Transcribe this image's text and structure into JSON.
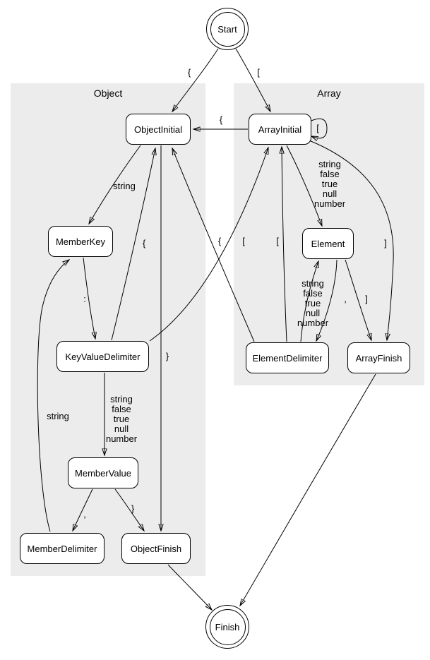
{
  "clusters": {
    "object": {
      "label": "Object"
    },
    "array": {
      "label": "Array"
    }
  },
  "nodes": {
    "start": {
      "label": "Start"
    },
    "objectInitial": {
      "label": "ObjectInitial"
    },
    "arrayInitial": {
      "label": "ArrayInitial"
    },
    "memberKey": {
      "label": "MemberKey"
    },
    "element": {
      "label": "Element"
    },
    "keyValueDelimiter": {
      "label": "KeyValueDelimiter"
    },
    "elementDelimiter": {
      "label": "ElementDelimiter"
    },
    "arrayFinish": {
      "label": "ArrayFinish"
    },
    "memberValue": {
      "label": "MemberValue"
    },
    "memberDelimiter": {
      "label": "MemberDelimiter"
    },
    "objectFinish": {
      "label": "ObjectFinish"
    },
    "finish": {
      "label": "Finish"
    }
  },
  "edges": {
    "start_objectInitial": {
      "from": "Start",
      "to": "ObjectInitial",
      "label": "{"
    },
    "start_arrayInitial": {
      "from": "Start",
      "to": "ArrayInitial",
      "label": "["
    },
    "arrayInitial_objectInitial": {
      "from": "ArrayInitial",
      "to": "ObjectInitial",
      "label": "{"
    },
    "arrayInitial_arrayInitial": {
      "from": "ArrayInitial",
      "to": "ArrayInitial",
      "label": "["
    },
    "objectInitial_memberKey": {
      "from": "ObjectInitial",
      "to": "MemberKey",
      "label": "string"
    },
    "arrayInitial_element": {
      "from": "ArrayInitial",
      "to": "Element",
      "label": "string\nfalse\ntrue\nnull\nnumber"
    },
    "arrayInitial_arrayFinish": {
      "from": "ArrayInitial",
      "to": "ArrayFinish",
      "label": "]"
    },
    "memberKey_keyValueDelimiter": {
      "from": "MemberKey",
      "to": "KeyValueDelimiter",
      "label": ":"
    },
    "keyValueDelimiter_objectInitial": {
      "from": "KeyValueDelimiter",
      "to": "ObjectInitial",
      "label": "{"
    },
    "keyValueDelimiter_arrayInitial": {
      "from": "KeyValueDelimiter",
      "to": "ArrayInitial",
      "label": "["
    },
    "keyValueDelimiter_memberValue": {
      "from": "KeyValueDelimiter",
      "to": "MemberValue",
      "label": "string\nfalse\ntrue\nnull\nnumber"
    },
    "elementDelimiter_objectInitial": {
      "from": "ElementDelimiter",
      "to": "ObjectInitial",
      "label": "{"
    },
    "elementDelimiter_arrayInitial": {
      "from": "ElementDelimiter",
      "to": "ArrayInitial",
      "label": "["
    },
    "elementDelimiter_element": {
      "from": "ElementDelimiter",
      "to": "Element",
      "label": "string\nfalse\ntrue\nnull\nnumber"
    },
    "element_elementDelimiter": {
      "from": "Element",
      "to": "ElementDelimiter",
      "label": ","
    },
    "element_arrayFinish": {
      "from": "Element",
      "to": "ArrayFinish",
      "label": "]"
    },
    "memberValue_memberDelimiter": {
      "from": "MemberValue",
      "to": "MemberDelimiter",
      "label": ","
    },
    "memberValue_objectFinish": {
      "from": "MemberValue",
      "to": "ObjectFinish",
      "label": "}"
    },
    "memberDelimiter_memberKey": {
      "from": "MemberDelimiter",
      "to": "MemberKey",
      "label": "string"
    },
    "objectInitial_objectFinish": {
      "from": "ObjectInitial",
      "to": "ObjectFinish",
      "label": "}"
    },
    "objectFinish_finish": {
      "from": "ObjectFinish",
      "to": "Finish",
      "label": ""
    },
    "arrayFinish_finish": {
      "from": "ArrayFinish",
      "to": "Finish",
      "label": ""
    }
  }
}
